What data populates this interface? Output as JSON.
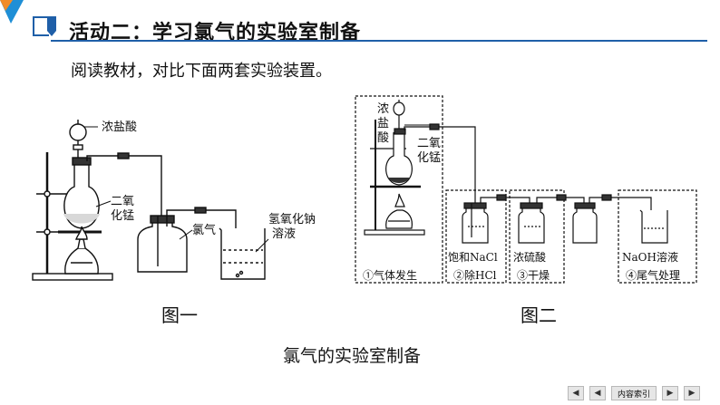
{
  "header": {
    "title": "活动二：学习氯气的实验室制备"
  },
  "intro": "阅读教材，对比下面两套实验装置。",
  "figure1": {
    "caption": "图一",
    "labels": {
      "conc_hcl": "浓盐酸",
      "mno2_line1": "二氧",
      "mno2_line2": "化锰",
      "chlorine": "氯气",
      "naoh_line1": "氢氧化钠",
      "naoh_line2": "溶液"
    }
  },
  "figure2": {
    "caption": "图二",
    "labels": {
      "conc_hcl_1": "浓",
      "conc_hcl_2": "盐",
      "conc_hcl_3": "酸",
      "mno2_line1": "二氧",
      "mno2_line2": "化锰",
      "sat_nacl": "饱和NaCl",
      "conc_h2so4": "浓硫酸",
      "naoh_solution": "NaOH溶液"
    },
    "sections": {
      "gen": "①气体发生",
      "remove_hcl": "②除HCl",
      "dry": "③干燥",
      "tail": "④尾气处理"
    }
  },
  "caption": "氯气的实验室制备",
  "nav": {
    "first": "◀",
    "prev": "◀",
    "index": "内容索引",
    "next": "▶",
    "last": "▶"
  },
  "colors": {
    "accent": "#1f5fa8",
    "logo": "#1f8fd6"
  }
}
